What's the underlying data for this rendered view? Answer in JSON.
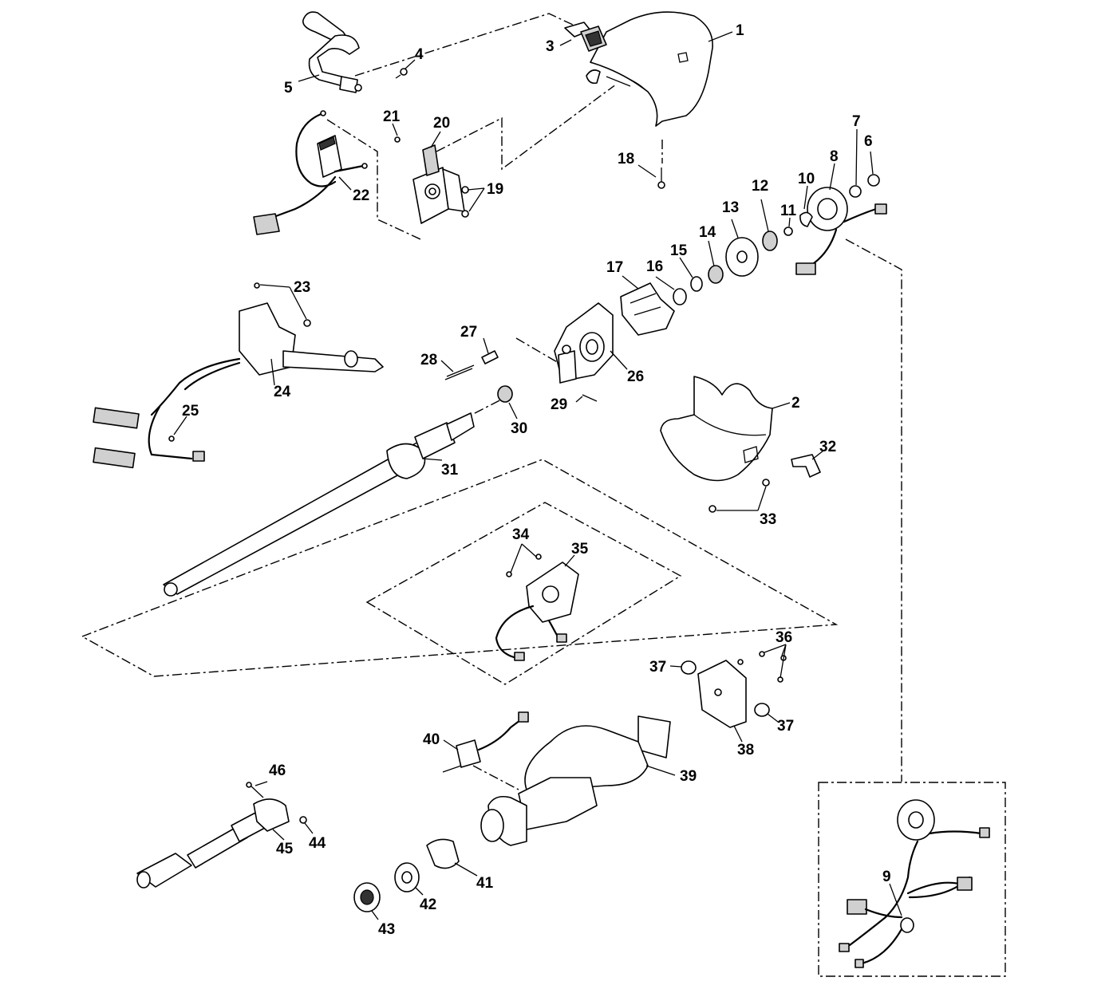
{
  "callouts": [
    {
      "id": "c1",
      "text": "1"
    },
    {
      "id": "c2",
      "text": "2"
    },
    {
      "id": "c3",
      "text": "3"
    },
    {
      "id": "c4",
      "text": "4"
    },
    {
      "id": "c5",
      "text": "5"
    },
    {
      "id": "c6",
      "text": "6"
    },
    {
      "id": "c7",
      "text": "7"
    },
    {
      "id": "c8",
      "text": "8"
    },
    {
      "id": "c9",
      "text": "9"
    },
    {
      "id": "c10",
      "text": "10"
    },
    {
      "id": "c11",
      "text": "11"
    },
    {
      "id": "c12",
      "text": "12"
    },
    {
      "id": "c13",
      "text": "13"
    },
    {
      "id": "c14",
      "text": "14"
    },
    {
      "id": "c15",
      "text": "15"
    },
    {
      "id": "c16",
      "text": "16"
    },
    {
      "id": "c17",
      "text": "17"
    },
    {
      "id": "c18",
      "text": "18"
    },
    {
      "id": "c19",
      "text": "19"
    },
    {
      "id": "c20",
      "text": "20"
    },
    {
      "id": "c21",
      "text": "21"
    },
    {
      "id": "c22",
      "text": "22"
    },
    {
      "id": "c23",
      "text": "23"
    },
    {
      "id": "c24",
      "text": "24"
    },
    {
      "id": "c25",
      "text": "25"
    },
    {
      "id": "c26",
      "text": "26"
    },
    {
      "id": "c27",
      "text": "27"
    },
    {
      "id": "c28",
      "text": "28"
    },
    {
      "id": "c29",
      "text": "29"
    },
    {
      "id": "c30",
      "text": "30"
    },
    {
      "id": "c31",
      "text": "31"
    },
    {
      "id": "c32",
      "text": "32"
    },
    {
      "id": "c33",
      "text": "33"
    },
    {
      "id": "c34",
      "text": "34"
    },
    {
      "id": "c35",
      "text": "35"
    },
    {
      "id": "c36",
      "text": "36"
    },
    {
      "id": "c37a",
      "text": "37"
    },
    {
      "id": "c37b",
      "text": "37"
    },
    {
      "id": "c38",
      "text": "38"
    },
    {
      "id": "c39",
      "text": "39"
    },
    {
      "id": "c40",
      "text": "40"
    },
    {
      "id": "c41",
      "text": "41"
    },
    {
      "id": "c42",
      "text": "42"
    },
    {
      "id": "c43",
      "text": "43"
    },
    {
      "id": "c44",
      "text": "44"
    },
    {
      "id": "c45",
      "text": "45"
    },
    {
      "id": "c46",
      "text": "46"
    }
  ],
  "colors": {
    "ink": "#000000",
    "paper": "#ffffff",
    "shade": "#d0d0d0"
  }
}
